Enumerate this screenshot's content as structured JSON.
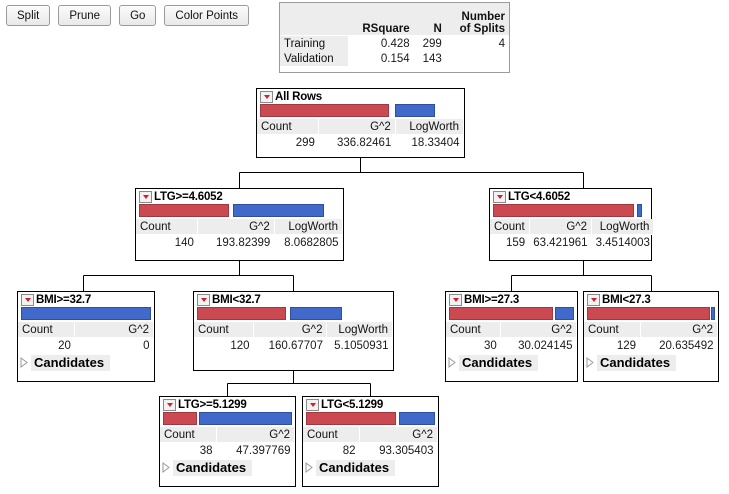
{
  "toolbar": {
    "buttons": [
      {
        "label": "Split",
        "name": "split-button"
      },
      {
        "label": "Prune",
        "name": "prune-button"
      },
      {
        "label": "Go",
        "name": "go-button"
      },
      {
        "label": "Color Points",
        "name": "color-points-button"
      }
    ]
  },
  "summary": {
    "columns": [
      "",
      "RSquare",
      "N",
      "Number of Splits"
    ],
    "col_number_line1": "Number",
    "col_number_line2": "of Splits",
    "rows": [
      {
        "label": "Training",
        "rsquare": "0.428",
        "n": "299",
        "splits": "4"
      },
      {
        "label": "Validation",
        "rsquare": "0.154",
        "n": "143",
        "splits": ""
      }
    ]
  },
  "colors": {
    "red": "#cb4a52",
    "blue": "#4169c9",
    "header_gray": "#ededed"
  },
  "labels": {
    "count": "Count",
    "g2": "G^2",
    "logworth": "LogWorth",
    "candidates": "Candidates"
  },
  "tree": {
    "nodes": [
      {
        "id": "root",
        "name": "node-all-rows",
        "title": "All Rows",
        "count": "299",
        "g2": "336.82461",
        "logworth": "18.33404",
        "has_logworth": true,
        "has_candidates": false,
        "bar": {
          "red_pct": 64,
          "gap_pct": 3,
          "blue_pct": 20
        }
      },
      {
        "id": "ltg-ge-4",
        "name": "node-ltg-ge-4-6052",
        "title": "LTG>=4.6052",
        "count": "140",
        "g2": "193.82399",
        "logworth": "8.0682805",
        "has_logworth": true,
        "has_candidates": false,
        "bar": {
          "red_pct": 45,
          "gap_pct": 2,
          "blue_pct": 45
        }
      },
      {
        "id": "ltg-lt-4",
        "name": "node-ltg-lt-4-6052",
        "title": "LTG<4.6052",
        "count": "159",
        "g2": "63.421961",
        "logworth": "3.4514003",
        "has_logworth": true,
        "has_candidates": false,
        "bar": {
          "red_pct": 91,
          "gap_pct": 2,
          "blue_pct": 3
        }
      },
      {
        "id": "bmi-ge-32",
        "name": "node-bmi-ge-32-7",
        "title": "BMI>=32.7",
        "count": "20",
        "g2": "0",
        "logworth": "",
        "has_logworth": false,
        "has_candidates": true,
        "bar": {
          "red_pct": 0,
          "gap_pct": 0,
          "blue_pct": 100
        }
      },
      {
        "id": "bmi-lt-32",
        "name": "node-bmi-lt-32-7",
        "title": "BMI<32.7",
        "count": "120",
        "g2": "160.67707",
        "logworth": "5.1050931",
        "has_logworth": true,
        "has_candidates": false,
        "bar": {
          "red_pct": 46,
          "gap_pct": 2,
          "blue_pct": 27
        }
      },
      {
        "id": "bmi-ge-27",
        "name": "node-bmi-ge-27-3",
        "title": "BMI>=27.3",
        "count": "30",
        "g2": "30.024145",
        "logworth": "",
        "has_logworth": false,
        "has_candidates": true,
        "bar": {
          "red_pct": 83,
          "gap_pct": 2,
          "blue_pct": 15
        }
      },
      {
        "id": "bmi-lt-27",
        "name": "node-bmi-lt-27-3",
        "title": "BMI<27.3",
        "count": "129",
        "g2": "20.635492",
        "logworth": "",
        "has_logworth": false,
        "has_candidates": true,
        "bar": {
          "red_pct": 96,
          "gap_pct": 1,
          "blue_pct": 3
        }
      },
      {
        "id": "ltg-ge-5",
        "name": "node-ltg-ge-5-1299",
        "title": "LTG>=5.1299",
        "count": "38",
        "g2": "47.397769",
        "logworth": "",
        "has_logworth": false,
        "has_candidates": true,
        "bar": {
          "red_pct": 26,
          "gap_pct": 2,
          "blue_pct": 72
        }
      },
      {
        "id": "ltg-lt-5",
        "name": "node-ltg-lt-5-1299",
        "title": "LTG<5.1299",
        "count": "82",
        "g2": "93.305403",
        "logworth": "",
        "has_logworth": false,
        "has_candidates": true,
        "bar": {
          "red_pct": 70,
          "gap_pct": 2,
          "blue_pct": 28
        }
      }
    ]
  }
}
